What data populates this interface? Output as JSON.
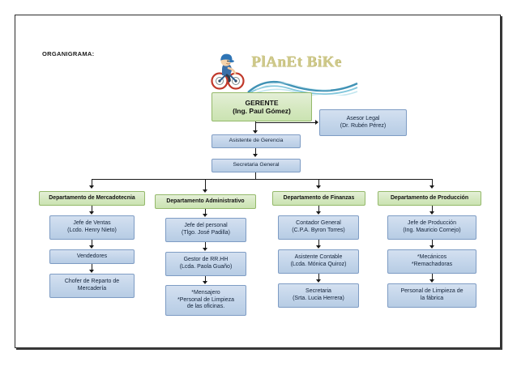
{
  "page": {
    "heading": "ORGANIGRAMA:"
  },
  "logo": {
    "wordmark": "PlAnEt BiKe",
    "icon_name": "cyclist-logo-icon",
    "wordmark_color": "#cfc98a",
    "wave_color": "#2f8fb5"
  },
  "colors": {
    "green_fill": "#d5e8c0",
    "green_border": "#94b96a",
    "blue_fill": "#c3d5ea",
    "blue_border": "#7e9cc4",
    "connector": "#1a1a1a"
  },
  "chart_data": {
    "type": "org-chart",
    "title": "ORGANIGRAMA:",
    "nodes": {
      "gerente": {
        "lines": [
          "GERENTE",
          "(Ing. Paul Gómez)"
        ],
        "style": "green"
      },
      "asesor_legal": {
        "lines": [
          "Asesor Legal",
          "(Dr. Rubén Pérez)"
        ],
        "style": "blue"
      },
      "asistente_gerencia": {
        "lines": [
          "Asistente de Gerencia"
        ],
        "style": "blue"
      },
      "secretaria_general": {
        "lines": [
          "Secretaria General"
        ],
        "style": "blue"
      }
    },
    "departments": [
      {
        "header": "Departamento de Mercadotecnia",
        "items": [
          {
            "lines": [
              "Jefe de Ventas",
              "(Lcdo. Henry Nieto)"
            ]
          },
          {
            "lines": [
              "Vendedores"
            ]
          },
          {
            "lines": [
              "Chofer de Reparto de",
              "Mercadería"
            ]
          }
        ]
      },
      {
        "header": "Departamento Administrativo",
        "items": [
          {
            "lines": [
              "Jefe del personal",
              "(Tlgo. José Padilla)"
            ]
          },
          {
            "lines": [
              "Gestor de RR.HH",
              "(Lcda. Paola Guaño)"
            ]
          },
          {
            "lines": [
              "*Mensajero",
              "*Personal de Limpieza",
              "de las oficinas."
            ]
          }
        ]
      },
      {
        "header": "Departamento de Finanzas",
        "items": [
          {
            "lines": [
              "Contador General",
              "(C.P.A. Byron Torres)"
            ]
          },
          {
            "lines": [
              "Asistente Contable",
              "(Lcda. Mónica Quiroz)"
            ]
          },
          {
            "lines": [
              "Secretaria",
              "(Srta. Lucia Herrera)"
            ]
          }
        ]
      },
      {
        "header": "Departamento de Producción",
        "items": [
          {
            "lines": [
              "Jefe de Producción",
              "(Ing. Mauricio Cornejo)"
            ]
          },
          {
            "lines": [
              "*Mecánicos",
              "*Remachadoras"
            ]
          },
          {
            "lines": [
              "Personal de Limpieza de",
              "la fábrica"
            ]
          }
        ]
      }
    ]
  }
}
